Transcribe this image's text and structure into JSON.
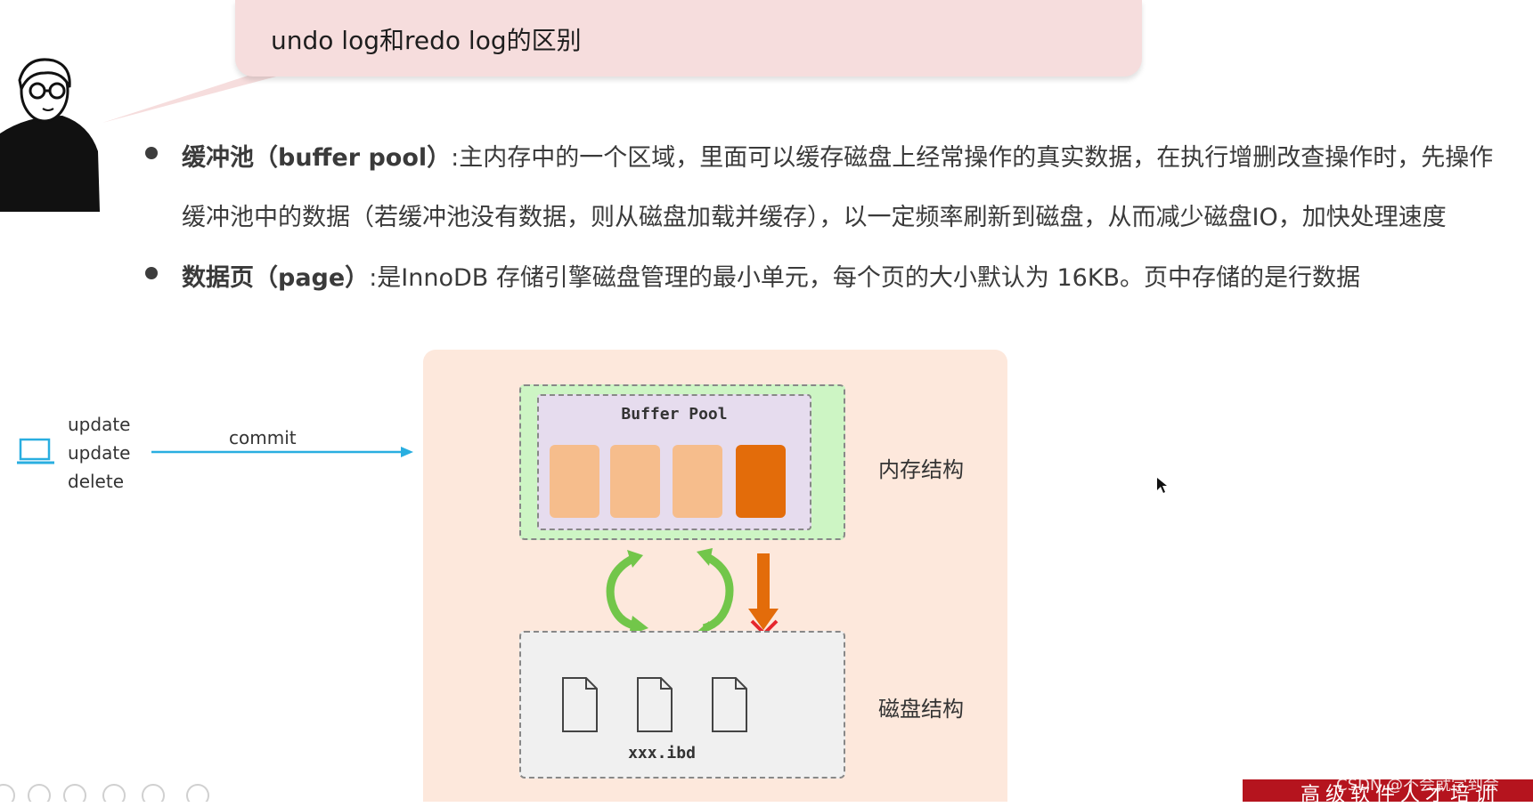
{
  "title": "undo log和redo log的区别",
  "bullets": [
    {
      "term": "缓冲池（buffer pool）",
      "line1": ":主内存中的一个区域，里面可以缓存磁盘上经常操作的真实数据，在执行增删改查操作时，先操作",
      "line2": "缓冲池中的数据（若缓冲池没有数据，则从磁盘加载并缓存），以一定频率刷新到磁盘，从而减少磁盘IO，加快处理速度"
    },
    {
      "term": "数据页（page）",
      "line1": ":是InnoDB 存储引擎磁盘管理的最小单元，每个页的大小默认为 16KB。页中存储的是行数据"
    }
  ],
  "left_ops": [
    "update",
    "update",
    "delete"
  ],
  "commit_label": "commit",
  "buffer_pool_title": "Buffer Pool",
  "memory_label": "内存结构",
  "disk_label": "磁盘结构",
  "disk_file_label": "xxx.ibd",
  "banner_text": "高级软件人才培训",
  "watermark": "CSDN @不会就学到会",
  "colors": {
    "bubble": "#f6dddd",
    "diagram_bg": "#fde8dc",
    "memory_box": "#cdf5c4",
    "buffer_pool_box": "#e6dcee",
    "page_clean": "#f6bd8c",
    "page_dirty": "#e36c0a",
    "commit_arrow": "#29aee0",
    "sync_arrows": "#72c64a",
    "flush_arrow": "#e36c0a",
    "fail_mark": "#e6262c",
    "banner": "#b5141e"
  },
  "icons": [
    "laptop-icon",
    "file-icon",
    "reload-arrow-icon",
    "cross-icon",
    "mouse-cursor-icon"
  ]
}
